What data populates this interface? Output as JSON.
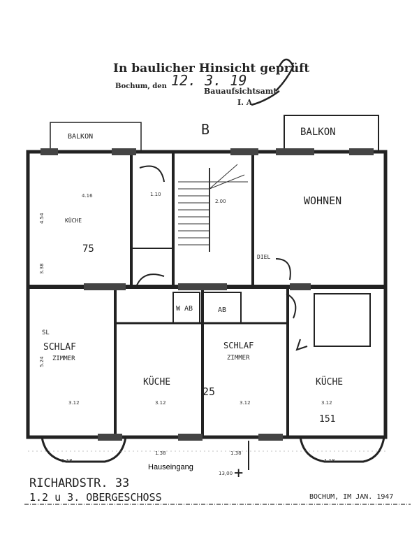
{
  "stamp": {
    "line1": "In baulicher Hinsicht geprüft",
    "line2_prefix": "Bochum, den",
    "date": "12. 3. 19",
    "authority": "Bauaufsichtsamt",
    "signature_prefix": "I. A."
  },
  "rooms": {
    "balkon_left": "BALKON",
    "balkon_right": "BALKON",
    "wohnen": "WOHNEN",
    "kueche_top": "KÜCHE",
    "schlafzimmer_left_1": "SCHLAF",
    "schlafzimmer_left_2": "ZIMMER",
    "kueche_mid_left": "KÜCHE",
    "schlafzimmer_mid_1": "SCHLAF",
    "schlafzimmer_mid_2": "ZIMMER",
    "kueche_right": "KÜCHE",
    "diele": "DIEL",
    "wc": "W AB",
    "ab": "AB",
    "stair_mark": "B"
  },
  "annotations": {
    "kueche_top_note": "75",
    "mid_note": "25",
    "right_note": "151",
    "sl_note": "SL"
  },
  "dimensions": {
    "d416": "4.16",
    "d454": "4.54",
    "d338": "3.38",
    "d524": "5.24",
    "d312": "3.12",
    "d138": "1.38",
    "d118": "1.18",
    "d110": "1.10",
    "d200": "2.00",
    "d1300": "13,00"
  },
  "entrance_label": "Hauseingang",
  "title": {
    "street": "RICHARDSTR. 33",
    "floors": "1.2 u 3. OBERGESCHOSS",
    "place_date": "BOCHUM, IM JAN. 1947"
  }
}
